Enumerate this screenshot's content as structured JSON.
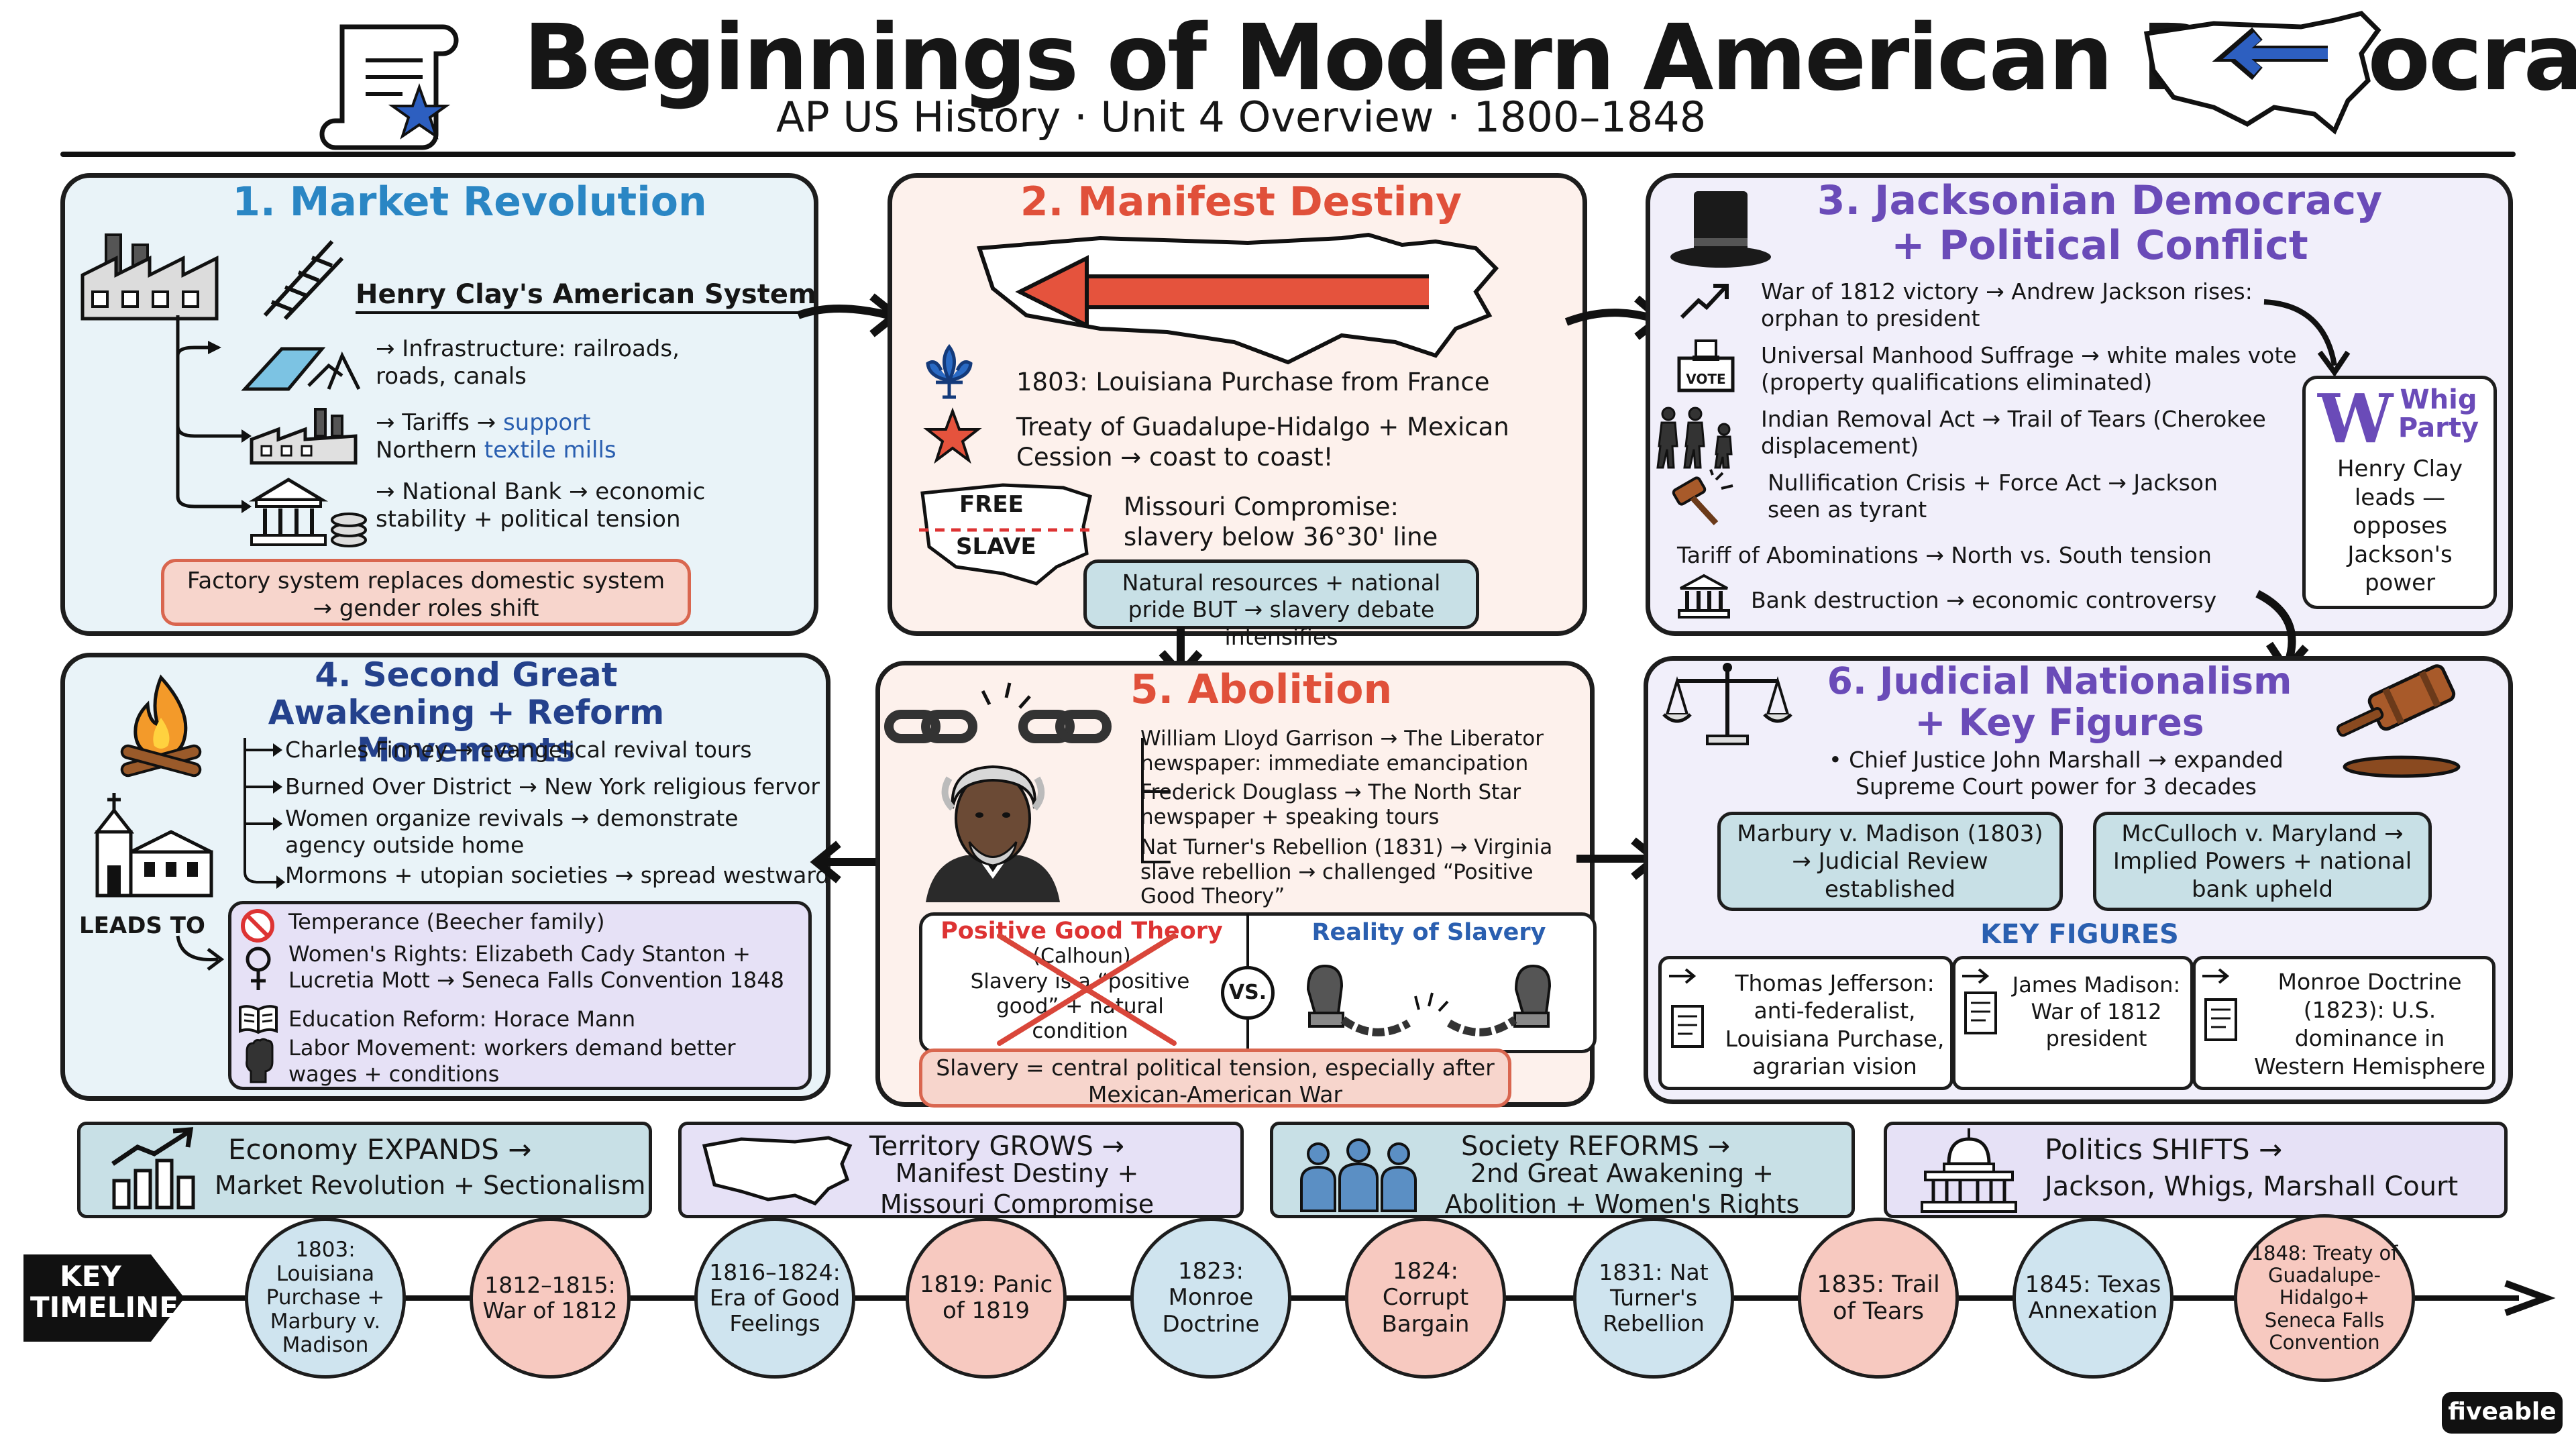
{
  "header": {
    "title": "Beginnings of Modern American Democracy",
    "subtitle": "AP US History · Unit 4 Overview · 1800–1848"
  },
  "colors": {
    "blue_panel": "#e9f3f8",
    "pink_panel": "#fdf1ec",
    "purple_panel": "#f1effa",
    "blue_title": "#2a86c4",
    "red_title": "#e0503a",
    "purple_title": "#6a4bb8",
    "navy_title": "#24418c",
    "pink_box": "#f7d5cc",
    "teal_box": "#c8e0e6",
    "lavender_box": "#e6e1f6"
  },
  "market": {
    "title": "1. Market Revolution",
    "system": "Henry Clay's American System",
    "infra": "→ Infrastructure: railroads, roads, canals",
    "tariffs_pre": "→ Tariffs → ",
    "tariffs_support": "support",
    "tariffs_mid": "Northern ",
    "tariffs_textile": "textile mills",
    "bank": "→ National Bank → economic stability + political tension",
    "note": "Factory system replaces domestic system → gender roles shift"
  },
  "manifest": {
    "title": "2. Manifest Destiny",
    "louisiana": "1803: Louisiana Purchase from France",
    "treaty": "Treaty of Guadalupe-Hidalgo + Mexican Cession → coast to coast!",
    "free": "FREE",
    "slave": "SLAVE",
    "missouri": "Missouri Compromise: slavery below 36°30' line",
    "note": "Natural resources + national pride BUT → slavery debate intensifies"
  },
  "jackson": {
    "title": "3. Jacksonian Democracy + Political Conflict",
    "items": [
      "War of 1812 victory → Andrew Jackson rises: orphan to president",
      "Universal Manhood Suffrage → white males vote (property qualifications eliminated)",
      "Indian Removal Act → Trail of Tears (Cherokee displacement)",
      "Nullification Crisis + Force Act → Jackson seen as tyrant",
      "Tariff of Abominations → North vs. South tension",
      "Bank destruction → economic controversy"
    ],
    "vote_label": "VOTE",
    "whig_letter": "W",
    "whig_title": "Whig Party",
    "whig_text": "Henry Clay leads — opposes Jackson's power"
  },
  "awakening": {
    "title": "4. Second Great Awakening + Reform Movements",
    "items": [
      "Charles Finney → evangelical revival tours",
      "Burned Over District → New York religious fervor",
      "Women organize revivals → demonstrate agency outside home",
      "Mormons + utopian societies → spread westward"
    ],
    "leads_to": "LEADS TO",
    "reforms": [
      "Temperance (Beecher family)",
      "Women's Rights: Elizabeth Cady Stanton + Lucretia Mott → Seneca Falls Convention 1848",
      "Education Reform: Horace Mann",
      "Labor Movement: workers demand better wages + conditions"
    ]
  },
  "abolition": {
    "title": "5. Abolition",
    "items": [
      "William Lloyd Garrison → The Liberator newspaper: immediate emancipation",
      "Frederick Douglass → The North Star newspaper + speaking tours",
      "Nat Turner's Rebellion (1831) → Virginia slave rebellion → challenged “Positive Good Theory”"
    ],
    "pg_title": "Positive Good Theory",
    "pg_sub": "(Calhoun)",
    "pg_text": "Slavery is a “positive good” + natural condition",
    "vs": "VS.",
    "reality": "Reality of Slavery",
    "note": "Slavery = central political tension, especially after Mexican-American War"
  },
  "judicial": {
    "title": "6. Judicial Nationalism + Key Figures",
    "marshall": "• Chief Justice John Marshall → expanded Supreme Court power for 3 decades",
    "marbury": "Marbury v. Madison (1803) → Judicial Review established",
    "mcculloch": "McCulloch v. Maryland → Implied Powers + national bank upheld",
    "key_figures": "KEY FIGURES",
    "jefferson": "Thomas Jefferson: anti-federalist, Louisiana Purchase, agrarian vision",
    "madison": "James Madison: War of 1812 president",
    "monroe": "Monroe Doctrine (1823): U.S. dominance in Western Hemisphere"
  },
  "themes": [
    {
      "title": "Economy EXPANDS →",
      "text": "Market Revolution + Sectionalism"
    },
    {
      "title": "Territory GROWS →",
      "text": "Manifest Destiny + Missouri Compromise"
    },
    {
      "title": "Society REFORMS →",
      "text": "2nd Great Awakening + Abolition + Women's Rights"
    },
    {
      "title": "Politics SHIFTS →",
      "text": "Jackson, Whigs, Marshall Court"
    }
  ],
  "timeline": {
    "label": "KEY TIMELINE",
    "events": [
      "1803: Louisiana Purchase + Marbury v. Madison",
      "1812–1815: War of 1812",
      "1816–1824: Era of Good Feelings",
      "1819: Panic of 1819",
      "1823: Monroe Doctrine",
      "1824: Corrupt Bargain",
      "1831: Nat Turner's Rebellion",
      "1835: Trail of Tears",
      "1845: Texas Annexation",
      "1848: Treaty of Guadalupe-Hidalgo+ Seneca Falls Convention"
    ]
  },
  "brand": "fiveable"
}
